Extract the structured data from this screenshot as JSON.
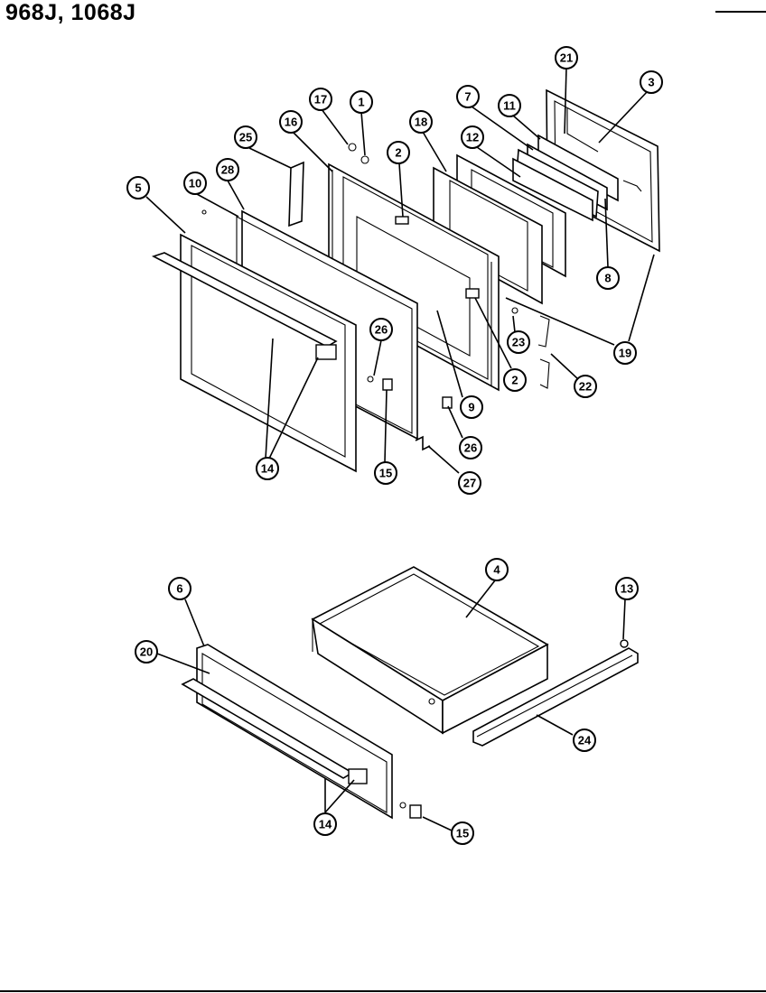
{
  "header": {
    "title": "968J, 1068J"
  },
  "callouts": {
    "c21": "21",
    "c3": "3",
    "c7": "7",
    "c11": "11",
    "c17": "17",
    "c1": "1",
    "c18": "18",
    "c12": "12",
    "c16": "16",
    "c2a": "2",
    "c25": "25",
    "c28": "28",
    "c10": "10",
    "c5": "5",
    "c8": "8",
    "c19": "19",
    "c23": "23",
    "c22": "22",
    "c26a": "26",
    "c2b": "2",
    "c9": "9",
    "c26b": "26",
    "c14a": "14",
    "c15a": "15",
    "c27": "27",
    "c4": "4",
    "c6": "6",
    "c13": "13",
    "c20": "20",
    "c24": "24",
    "c14b": "14",
    "c15b": "15"
  }
}
